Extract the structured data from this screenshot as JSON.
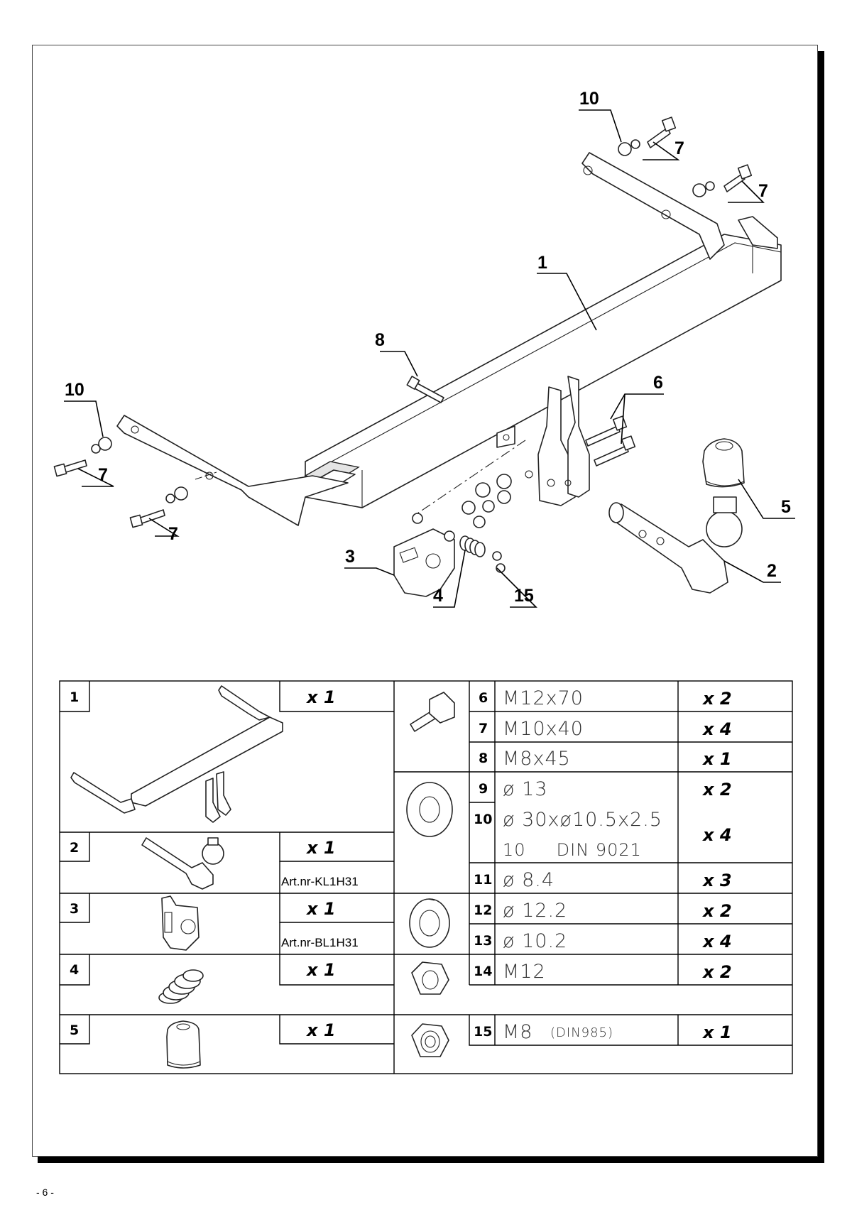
{
  "page_number": "- 6 -",
  "callouts": {
    "c1": "1",
    "c2": "2",
    "c3": "3",
    "c4": "4",
    "c5": "5",
    "c6": "6",
    "c7a": "7",
    "c7b": "7",
    "c7c": "7",
    "c7d": "7",
    "c8": "8",
    "c10a": "10",
    "c10b": "10",
    "c15": "15"
  },
  "parts_list": {
    "items": [
      {
        "no": "1",
        "qty": "x 1",
        "art": ""
      },
      {
        "no": "2",
        "qty": "x 1",
        "art": "Art.nr-KL1H31"
      },
      {
        "no": "3",
        "qty": "x 1",
        "art": "Art.nr-BL1H31"
      },
      {
        "no": "4",
        "qty": "x 1",
        "art": ""
      },
      {
        "no": "5",
        "qty": "x 1",
        "art": ""
      }
    ],
    "hardware": [
      {
        "no": "6",
        "spec": "M12x70",
        "qty": "x 2"
      },
      {
        "no": "7",
        "spec": "M10x40",
        "qty": "x 4"
      },
      {
        "no": "8",
        "spec": "M8x45",
        "qty": "x 1"
      },
      {
        "no": "9",
        "spec": "ø 13",
        "qty": "x 2"
      },
      {
        "no": "10",
        "spec": "ø 30xø10.5x2.5",
        "spec2": "10     DIN 9021",
        "qty": "x 4"
      },
      {
        "no": "11",
        "spec": "ø 8.4",
        "qty": "x 3"
      },
      {
        "no": "12",
        "spec": "ø 12.2",
        "qty": "x 2"
      },
      {
        "no": "13",
        "spec": "ø 10.2",
        "qty": "x 4"
      },
      {
        "no": "14",
        "spec": "M12",
        "qty": "x 2"
      },
      {
        "no": "15",
        "spec": "M8",
        "spec_note": "(DIN985)",
        "qty": "x 1"
      }
    ]
  }
}
